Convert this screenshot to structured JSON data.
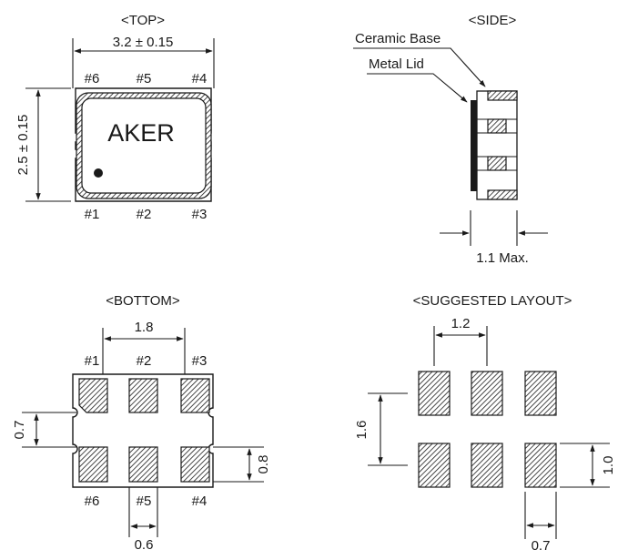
{
  "views": {
    "top": {
      "title": "<TOP>",
      "width_dim": "3.2 ± 0.15",
      "height_dim": "2.5 ± 0.15",
      "marking": "AKER",
      "pins_top": [
        "#6",
        "#5",
        "#4"
      ],
      "pins_bottom": [
        "#1",
        "#2",
        "#3"
      ]
    },
    "side": {
      "title": "<SIDE>",
      "ceramic_label": "Ceramic Base",
      "lid_label": "Metal Lid",
      "thickness_dim": "1.1 Max."
    },
    "bottom": {
      "title": "<BOTTOM>",
      "pitch_dim": "1.8",
      "pad_height_dim": "0.7",
      "pad_gap_dim": "0.8",
      "pad_width_dim": "0.6",
      "pins_top": [
        "#1",
        "#2",
        "#3"
      ],
      "pins_bottom": [
        "#6",
        "#5",
        "#4"
      ]
    },
    "layout": {
      "title": "<SUGGESTED LAYOUT>",
      "pitch_dim": "1.2",
      "row_pitch_dim": "1.6",
      "pad_height_dim": "1.0",
      "pad_width_dim": "0.7"
    }
  }
}
